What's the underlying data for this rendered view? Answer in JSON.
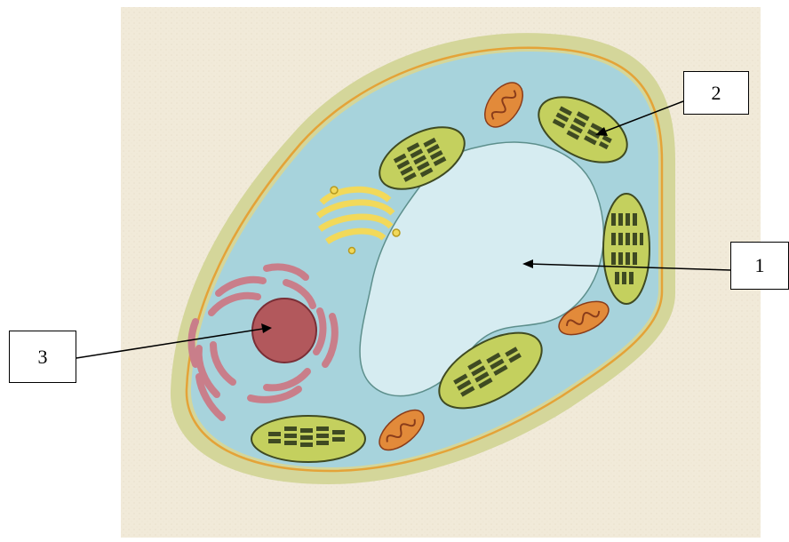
{
  "colors": {
    "background_panel": "#f1ead9",
    "cell_wall": "#d4d69a",
    "cell_membrane": "#e4a338",
    "cytoplasm": "#a7d3dc",
    "vacuole": "#d6ecf1",
    "chloroplast": "#c4d05e",
    "thylakoid": "#3f4a22",
    "mitochondrion": "#e28a3a",
    "golgi": "#f2d95a",
    "nucleus": "#b2585c",
    "endoplasmic_reticulum": "#c97e8a"
  },
  "labels": [
    {
      "id": "1",
      "text": "1"
    },
    {
      "id": "2",
      "text": "2"
    },
    {
      "id": "3",
      "text": "3"
    }
  ]
}
